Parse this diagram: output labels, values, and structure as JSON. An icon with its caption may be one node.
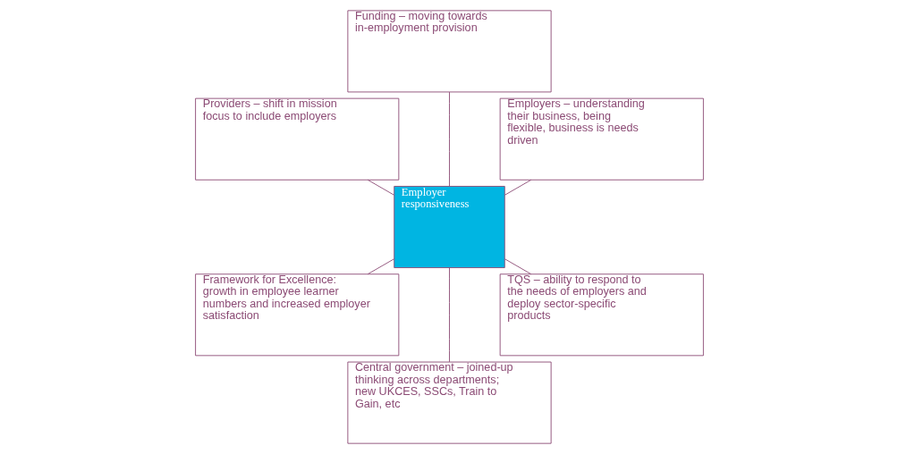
{
  "diagram": {
    "nodes": [
      {
        "text": [
          "Employers – understanding their business, being flexible, business is needs driven"
        ]
      },
      {
        "text": [
          "Funding – moving towards in-employment provision"
        ]
      },
      {
        "text": [
          "Providers – shift in mission focus to include employers"
        ]
      },
      {
        "text": [
          "Employer responsiveness"
        ]
      },
      {
        "text": [
          "Framework for Excellence: growth in employee learner numbers and increased employer satisfaction"
        ]
      },
      {
        "text": [
          "Central government – joined-up thinking across departments; new UKCES, SSCs, Train to Gain, etc"
        ]
      },
      {
        "text": [
          "TQS – ability to respond to the needs of employers and deploy sector-specific products"
        ]
      }
    ],
    "edges": [
      {
        "from": 3,
        "to": 0,
        "arrow": "none"
      },
      {
        "from": 3,
        "to": 2,
        "arrow": "none"
      },
      {
        "from": 3,
        "to": 5,
        "arrow": "none"
      },
      {
        "from": 3,
        "to": 6,
        "arrow": "none"
      },
      {
        "from": 3,
        "to": 4,
        "arrow": "none"
      },
      {
        "from": 3,
        "to": 1,
        "arrow": "none"
      }
    ]
  }
}
